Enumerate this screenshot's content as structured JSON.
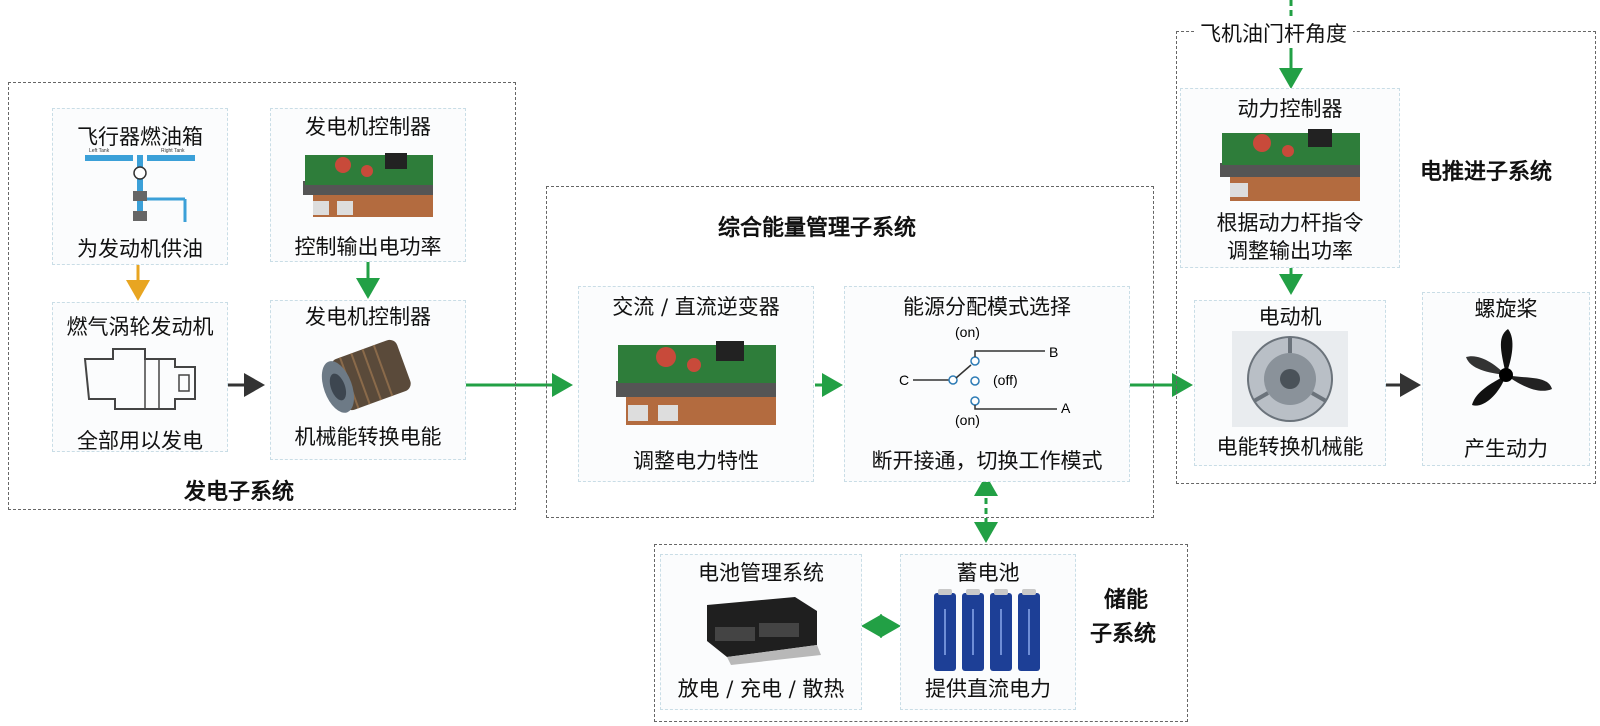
{
  "groups": {
    "generation": {
      "title": "发电子系统"
    },
    "energy_mgmt": {
      "title": "综合能量管理子系统"
    },
    "propulsion": {
      "title": "电推进子系统"
    },
    "storage": {
      "title_line1": "储能",
      "title_line2": "子系统"
    }
  },
  "throttle_label": "飞机油门杆角度",
  "cards": {
    "fuel_tank": {
      "top": "飞行器燃油箱",
      "bottom": "为发动机供油"
    },
    "gen_controller_top": {
      "top": "发电机控制器",
      "bottom": "控制输出电功率"
    },
    "turbine": {
      "top": "燃气涡轮发动机",
      "bottom": "全部用以发电"
    },
    "generator": {
      "top": "发电机控制器",
      "bottom": "机械能转换电能"
    },
    "inverter": {
      "top": "交流 / 直流逆变器",
      "bottom": "调整电力特性"
    },
    "switch": {
      "top": "能源分配模式选择",
      "bottom": "断开接通，切换工作模式"
    },
    "power_controller": {
      "top": "动力控制器",
      "bottom1": "根据动力杆指令",
      "bottom2": "调整输出功率"
    },
    "motor": {
      "top": "电动机",
      "bottom": "电能转换机械能"
    },
    "propeller": {
      "top": "螺旋桨",
      "bottom": "产生动力"
    },
    "bms": {
      "top": "电池管理系统",
      "bottom": "放电 / 充电 / 散热"
    },
    "battery": {
      "top": "蓄电池",
      "bottom": "提供直流电力"
    }
  },
  "switch_diagram": {
    "on_top": "(on)",
    "off": "(off)",
    "on_bottom": "(on)",
    "a": "A",
    "b": "B",
    "c": "C"
  },
  "colors": {
    "green_arrow": "#22a045",
    "orange_arrow": "#e8a521",
    "dark_arrow": "#333333",
    "dashed_border": "#666666",
    "card_border": "#c9dde6"
  }
}
